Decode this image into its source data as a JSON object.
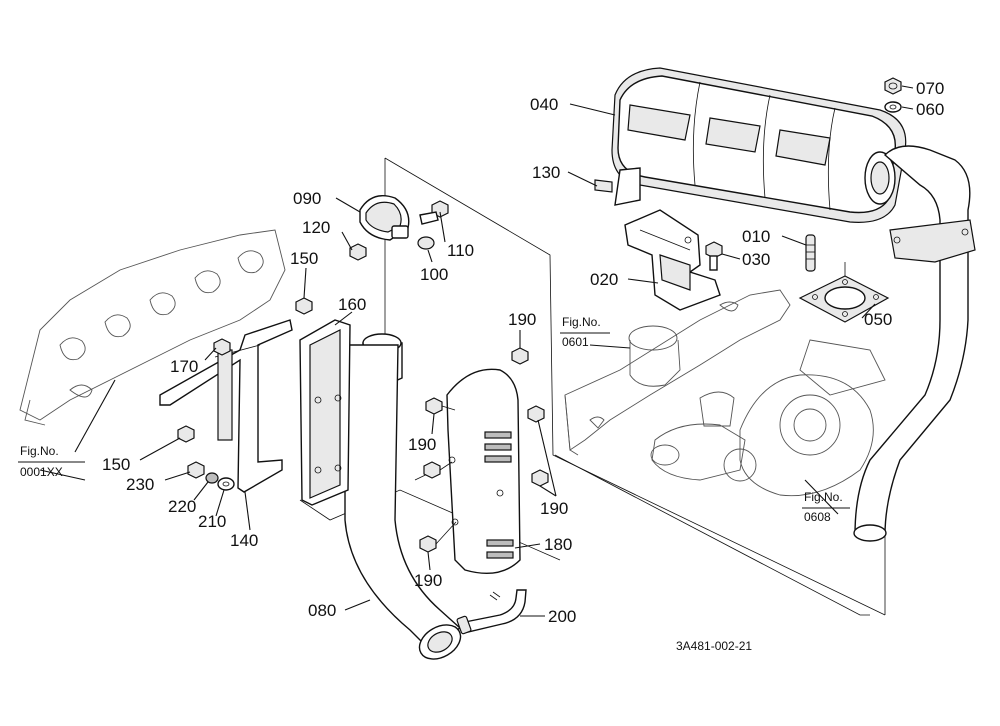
{
  "diagram": {
    "callouts": {
      "p010": "010",
      "p020": "020",
      "p030": "030",
      "p040": "040",
      "p050": "050",
      "p060": "060",
      "p070": "070",
      "p080": "080",
      "p090": "090",
      "p100": "100",
      "p110": "110",
      "p120": "120",
      "p130": "130",
      "p140": "140",
      "p150a": "150",
      "p150b": "150",
      "p160": "160",
      "p170": "170",
      "p180": "180",
      "p190a": "190",
      "p190b": "190",
      "p190c": "190",
      "p190d": "190",
      "p200": "200",
      "p210": "210",
      "p220": "220",
      "p230": "230"
    },
    "figure_refs": {
      "fig0001xx": {
        "label": "Fig.No.",
        "number": "0001XX"
      },
      "fig0601": {
        "label": "Fig.No.",
        "number": "0601"
      },
      "fig0608": {
        "label": "Fig.No.",
        "number": "0608"
      }
    },
    "drawing_code": "3A481-002-21"
  }
}
